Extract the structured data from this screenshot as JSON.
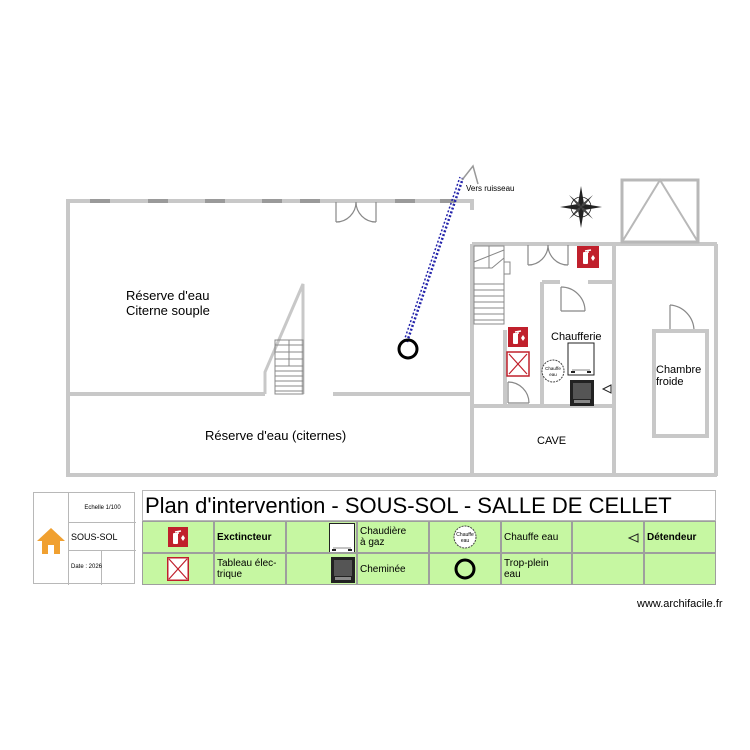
{
  "rooms": {
    "reserve_souple_line1": "Réserve d'eau",
    "reserve_souple_line2": "Citerne souple",
    "reserve_citernes": "Réserve d'eau (citernes)",
    "chaufferie": "Chaufferie",
    "chambre_froide_line1": "Chambre",
    "chambre_froide_line2": "froide",
    "cave": "CAVE",
    "vers_ruisseau": "Vers ruisseau"
  },
  "title_block": {
    "scale": "Echelle 1/100",
    "level": "SOUS-SOL",
    "date": "Date : 2026",
    "home_icon": "house-icon"
  },
  "legend": {
    "title": "Plan d'intervention - SOUS-SOL - SALLE DE CELLET",
    "extincteur": "Exctincteur",
    "chaudiere_line1": "Chaudière",
    "chaudiere_line2": "à gaz",
    "chauffe_eau": "Chauffe eau",
    "detendeur": "Détendeur",
    "tableau_line1": "Tableau élec-",
    "tableau_line2": "trique",
    "cheminee": "Cheminée",
    "trop_plein_line1": "Trop-plein",
    "trop_plein_line2": "eau",
    "chauffe_eau_icon_label": "Chauffe eau"
  },
  "colors": {
    "wall": "#c8c8c8",
    "legend_bg": "#c6f7a2",
    "extinguisher": "#c0202c",
    "drain_line": "#2222aa",
    "home": "#f0a030"
  },
  "footer": "www.archifacile.fr"
}
